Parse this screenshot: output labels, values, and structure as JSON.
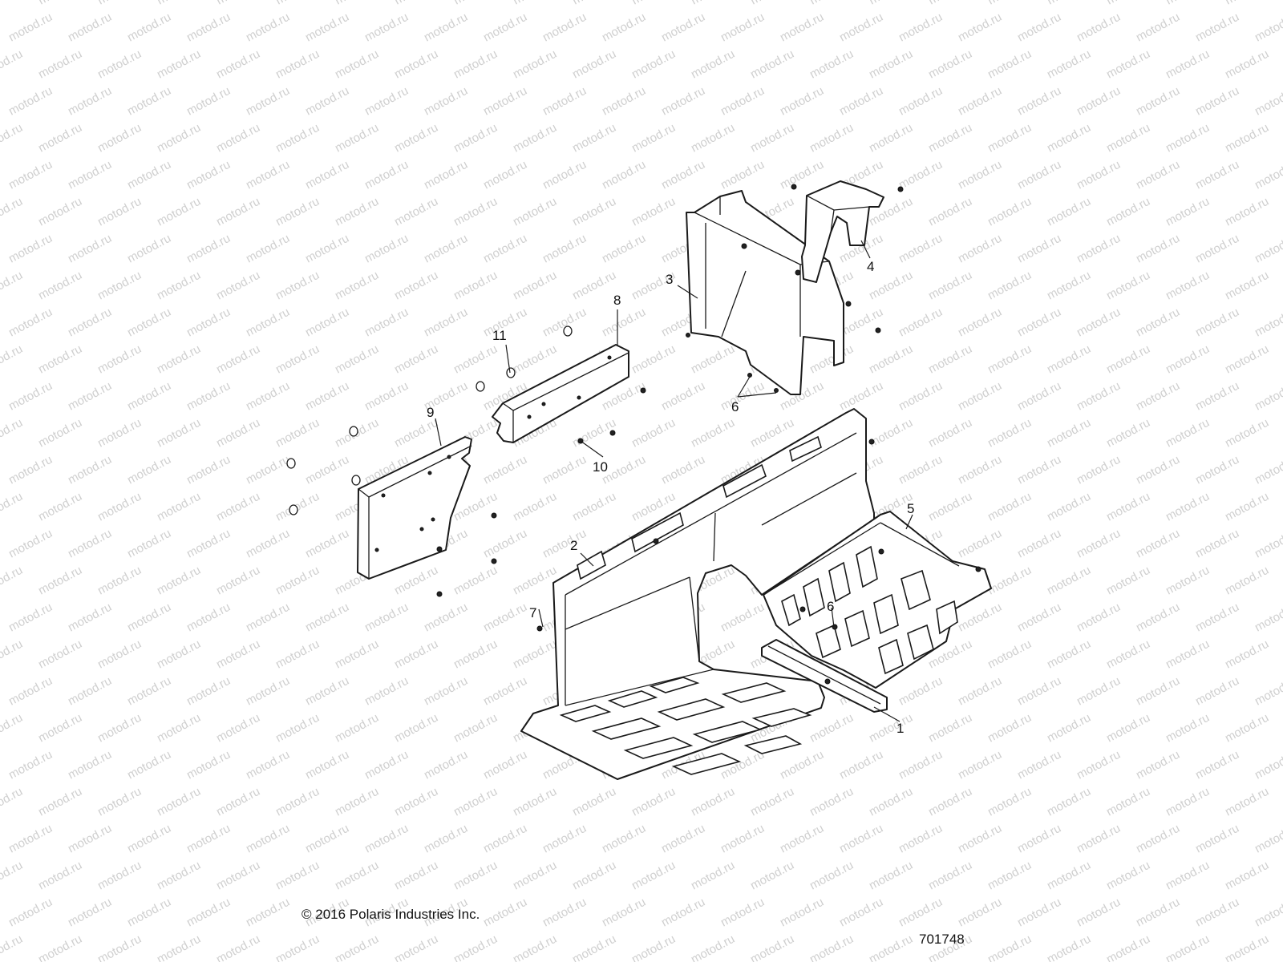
{
  "watermark": "motod.ru",
  "copyright": "© 2016 Polaris Industries Inc.",
  "diagram_number": "701748",
  "callouts": [
    "1",
    "2",
    "3",
    "4",
    "5",
    "6",
    "6",
    "7",
    "8",
    "9",
    "10",
    "11"
  ]
}
